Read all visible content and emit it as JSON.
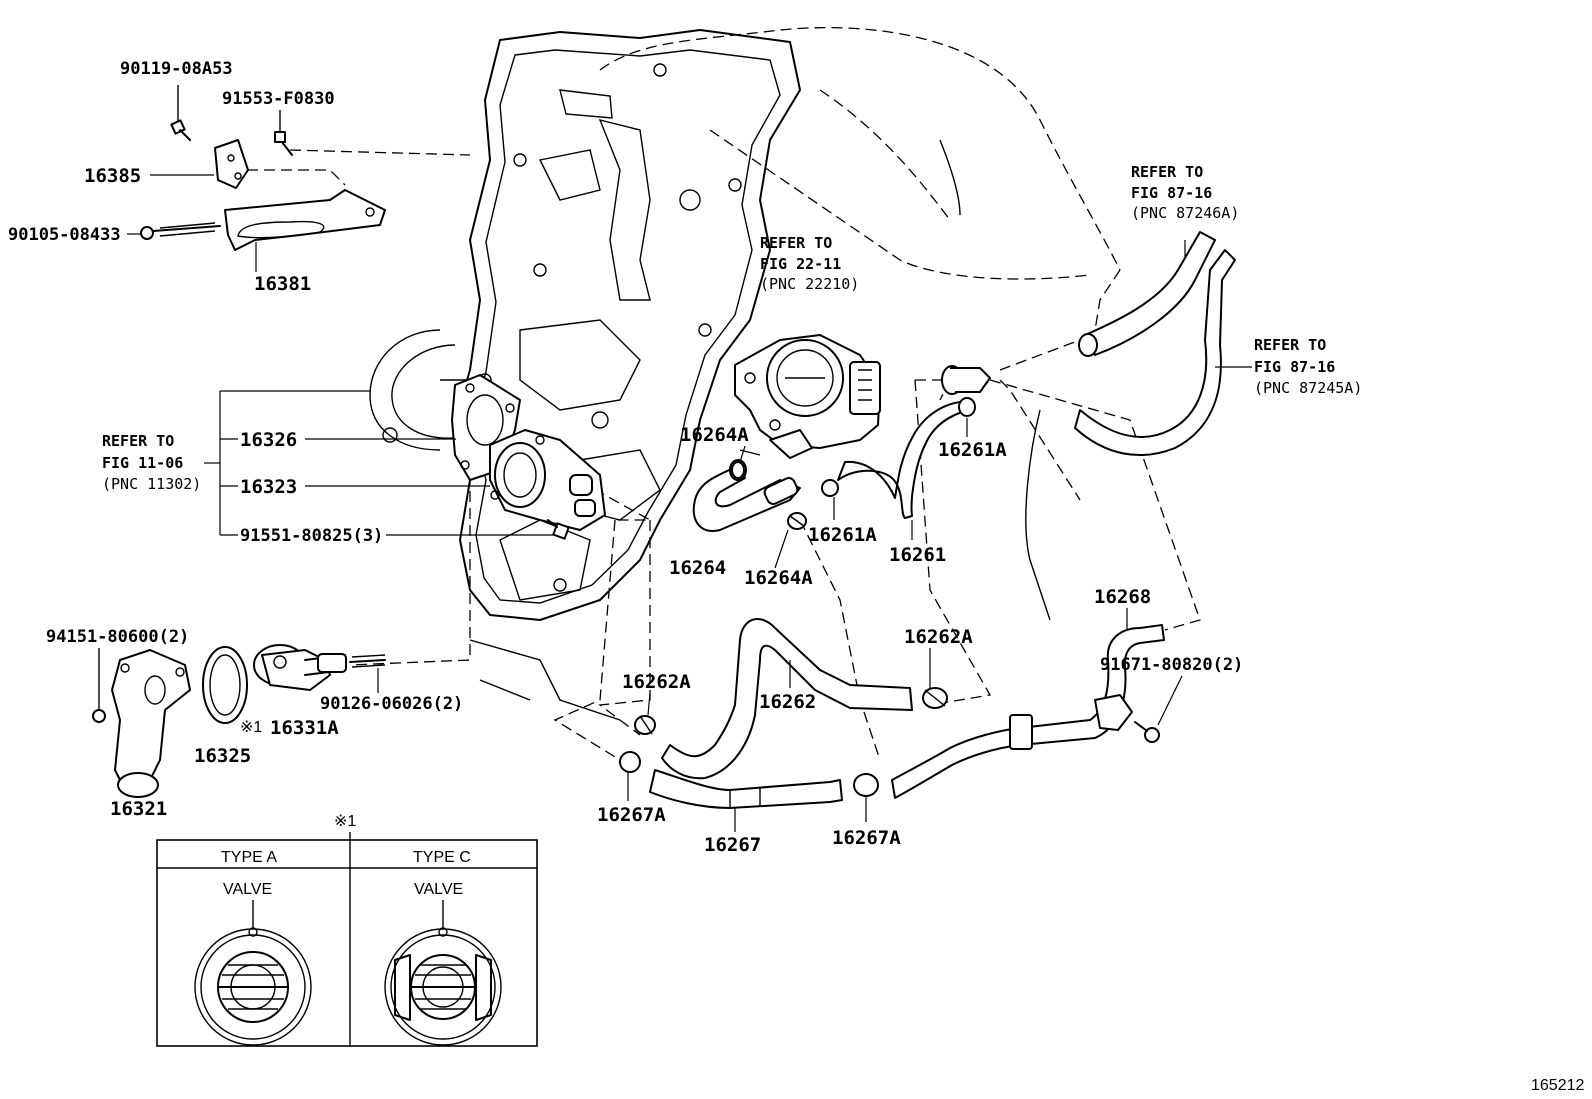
{
  "parts": {
    "p90119": "90119-08A53",
    "p91553": "91553-F0830",
    "p16385": "16385",
    "p90105": "90105-08433",
    "p16381": "16381",
    "p16326": "16326",
    "p16323": "16323",
    "p91551": "91551-80825(3)",
    "p94151": "94151-80600(2)",
    "p90126": "90126-06026(2)",
    "p16331a": "16331A",
    "p16331a_mark": "※1",
    "p16325": "16325",
    "p16321": "16321",
    "p16264a_top": "16264A",
    "p16264a_bot": "16264A",
    "p16264": "16264",
    "p16261a_top": "16261A",
    "p16261a_bot": "16261A",
    "p16261": "16261",
    "p16268": "16268",
    "p91671": "91671-80820(2)",
    "p16262a_right": "16262A",
    "p16262a_left": "16262A",
    "p16262": "16262",
    "p16267a_left": "16267A",
    "p16267a_right": "16267A",
    "p16267": "16267"
  },
  "refs": {
    "fig11": {
      "l1": "REFER TO",
      "l2": "FIG 11-06",
      "l3": "(PNC 11302)"
    },
    "fig22": {
      "l1": "REFER TO",
      "l2": "FIG 22-11",
      "l3": "(PNC 22210)"
    },
    "fig87a": {
      "l1": "REFER TO",
      "l2": "FIG 87-16",
      "l3": "(PNC 87246A)"
    },
    "fig87b": {
      "l1": "REFER TO",
      "l2": "FIG 87-16",
      "l3": "(PNC 87245A)"
    }
  },
  "inset": {
    "mark": "※1",
    "type_a": "TYPE A",
    "type_c": "TYPE C",
    "valve_a": "VALVE",
    "valve_c": "VALVE"
  },
  "figure_number": "165212"
}
